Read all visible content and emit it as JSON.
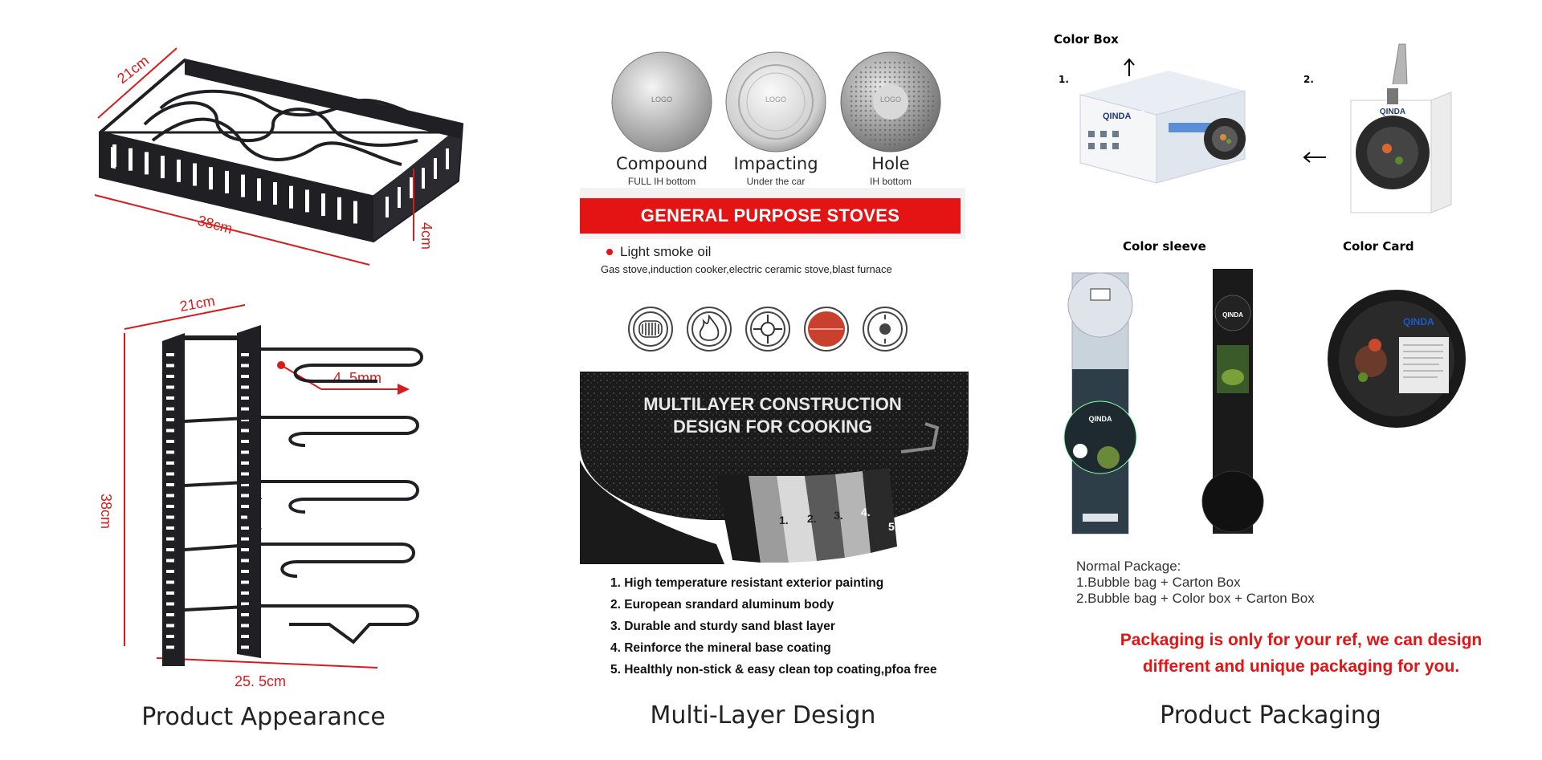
{
  "captions": {
    "appearance": "Product Appearance",
    "multilayer": "Multi-Layer Design",
    "packaging": "Product Packaging"
  },
  "dimensions": {
    "top_width": "21cm",
    "top_length": "38cm",
    "top_height": "4cm",
    "bottom_width": "21cm",
    "bottom_height": "38cm",
    "bottom_depth": "25. 5cm",
    "wire": "4. 5mm"
  },
  "pans": [
    {
      "title": "Compound",
      "sub": "FULL IH bottom",
      "logo": "LOGO"
    },
    {
      "title": "Impacting",
      "sub": "Under the car",
      "logo": "LOGO"
    },
    {
      "title": "Hole",
      "sub": "IH bottom",
      "logo": "LOGO"
    }
  ],
  "stoves": {
    "banner": "GENERAL PURPOSE STOVES",
    "oil": "Light smoke oil",
    "types": "Gas stove,induction cooker,electric ceramic stove,blast furnace"
  },
  "construction": {
    "title_line1": "MULTILAYER CONSTRUCTION",
    "title_line2": "DESIGN FOR COOKING",
    "layer_numbers": [
      "1.",
      "2.",
      "3.",
      "4.",
      "5."
    ],
    "list": [
      "1. High temperature resistant exterior painting",
      "2. European srandard aluminum body",
      "3. Durable and sturdy sand blast layer",
      "4. Reinforce the mineral base coating",
      "5. Healthly non-stick & easy clean top coating,pfoa free"
    ]
  },
  "packaging": {
    "color_box": "Color Box",
    "num1": "1.",
    "num2": "2.",
    "color_sleeve": "Color sleeve",
    "color_card": "Color Card",
    "brand": "QINDA",
    "normal_title": "Normal Package:",
    "normal_1": "1.Bubble bag + Carton Box",
    "normal_2": "2.Bubble bag + Color box + Carton Box",
    "note_line1": "Packaging is only for your ref, we can design",
    "note_line2": "different and unique packaging for you."
  },
  "colors": {
    "accent_red": "#e41414",
    "rack_black": "#1f1f24"
  }
}
